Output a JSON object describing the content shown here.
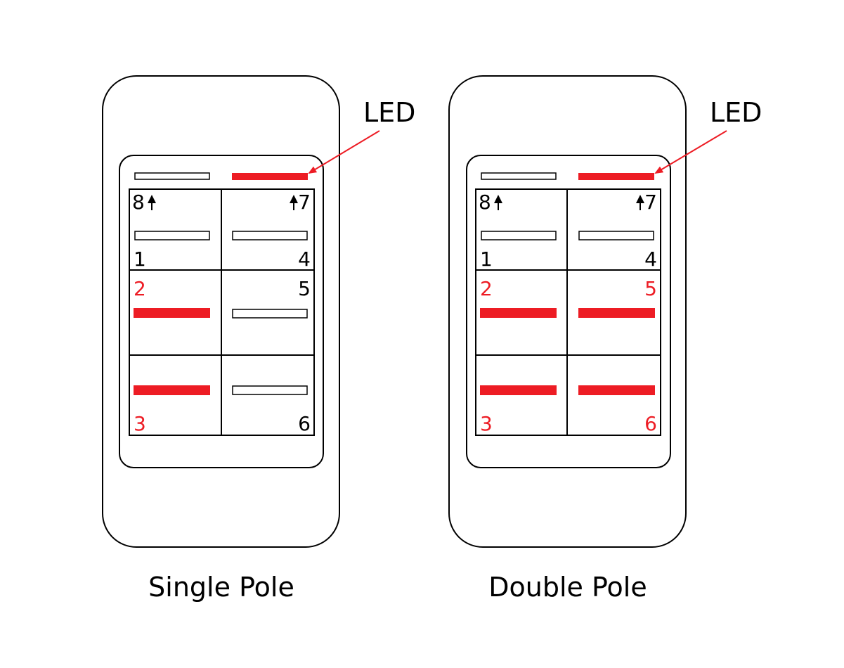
{
  "colors": {
    "led": "#ed1c24",
    "outline": "#000000",
    "text": "#000000",
    "active_text": "#ed1c24"
  },
  "diagrams": [
    {
      "id": "single",
      "caption": "Single Pole",
      "led_label": "LED",
      "top_left_label": "8",
      "top_right_label": "7",
      "pins": [
        {
          "num": "1",
          "active": false
        },
        {
          "num": "4",
          "active": false
        },
        {
          "num": "2",
          "active": true
        },
        {
          "num": "5",
          "active": false
        },
        {
          "num": "3",
          "active": true
        },
        {
          "num": "6",
          "active": false
        }
      ]
    },
    {
      "id": "double",
      "caption": "Double Pole",
      "led_label": "LED",
      "top_left_label": "8",
      "top_right_label": "7",
      "pins": [
        {
          "num": "1",
          "active": false
        },
        {
          "num": "4",
          "active": false
        },
        {
          "num": "2",
          "active": true
        },
        {
          "num": "5",
          "active": true
        },
        {
          "num": "3",
          "active": true
        },
        {
          "num": "6",
          "active": true
        }
      ]
    }
  ]
}
